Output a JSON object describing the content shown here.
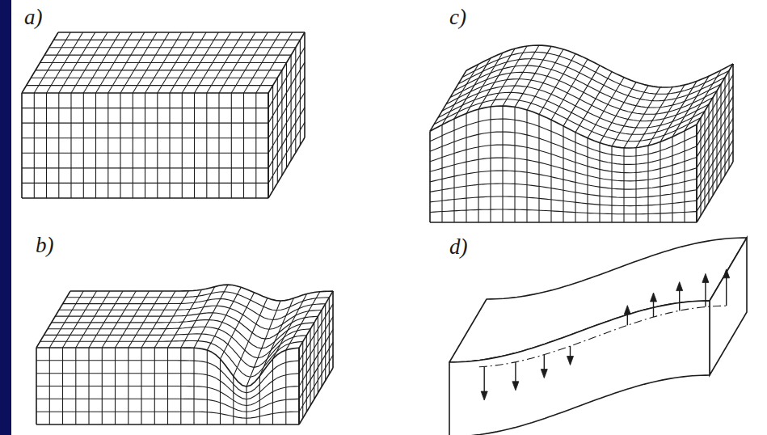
{
  "diagram": {
    "labels": [
      "a)",
      "c)",
      "b)",
      "d)"
    ]
  }
}
